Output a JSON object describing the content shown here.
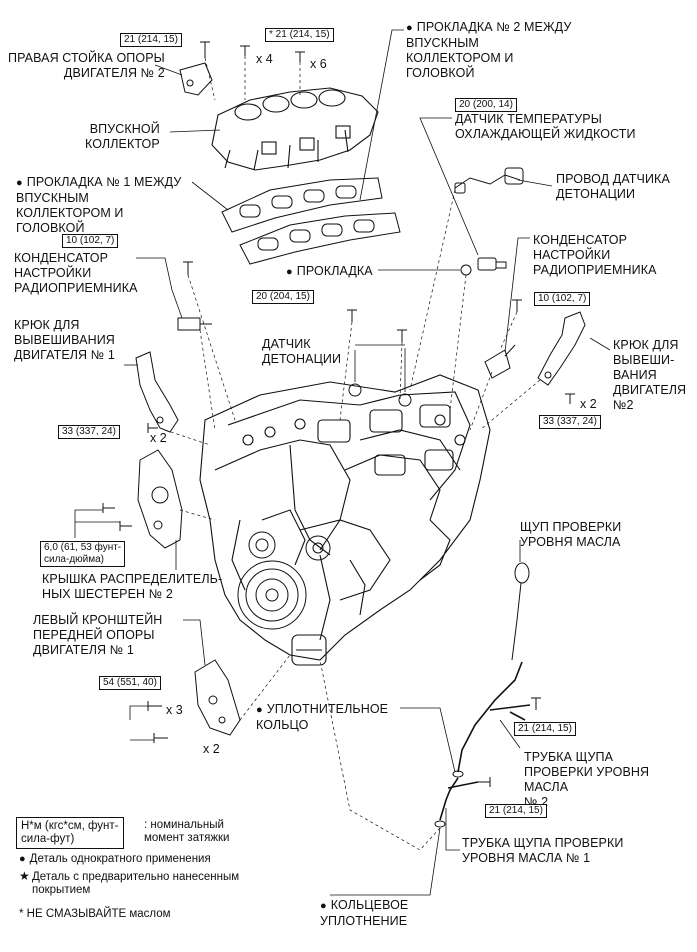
{
  "labels": {
    "right_mount_stay": "ПРАВАЯ СТОЙКА ОПОРЫ\nДВИГАТЕЛЯ № 2",
    "intake_manifold": "ВПУСКНОЙ\nКОЛЛЕКТОР",
    "gasket_no1": "ПРОКЛАДКА № 1 МЕЖДУ\nВПУСКНЫМ\nКОЛЛЕКТОРОМ И\nГОЛОВКОЙ",
    "gasket_no2": "ПРОКЛАДКА № 2 МЕЖДУ\nВПУСКНЫМ\nКОЛЛЕКТОРОМ И\nГОЛОВКОЙ",
    "coolant_temp_sensor": "ДАТЧИК ТЕМПЕРАТУРЫ\nОХЛАЖДАЮЩЕЙ ЖИДКОСТИ",
    "knock_sensor_wire": "ПРОВОД ДАТЧИКА\nДЕТОНАЦИИ",
    "radio_condenser_left": "КОНДЕНСАТОР\nНАСТРОЙКИ\nРАДИОПРИЕМНИКА",
    "radio_condenser_right": "КОНДЕНСАТОР\nНАСТРОЙКИ\nРАДИОПРИЕМНИКА",
    "gasket": "ПРОКЛАДКА",
    "hanger_no1": "КРЮК ДЛЯ\nВЫВЕШИВАНИЯ\nДВИГАТЕЛЯ № 1",
    "hanger_no2": "КРЮК ДЛЯ\nВЫВЕШИ-\nВАНИЯ\nДВИГАТЕЛЯ\n№2",
    "knock_sensor": "ДАТЧИК\nДЕТОНАЦИИ",
    "timing_cover": "КРЫШКА РАСПРЕДЕЛИТЕЛЬ-\nНЫХ ШЕСТЕРЕН № 2",
    "left_bracket": "ЛЕВЫЙ КРОНШТЕЙН\nПЕРЕДНЕЙ ОПОРЫ\nДВИГАТЕЛЯ № 1",
    "dipstick": "ЩУП ПРОВЕРКИ\nУРОВНЯ МАСЛА",
    "seal_ring": "УПЛОТНИТЕЛЬНОЕ\nКОЛЬЦО",
    "dipstick_tube_no2": "ТРУБКА ЩУПА\nПРОВЕРКИ УРОВНЯ\nМАСЛА\n№ 2",
    "dipstick_tube_no1": "ТРУБКА ЩУПА ПРОВЕРКИ\nУРОВНЯ МАСЛА № 1",
    "o_ring": "КОЛЬЦЕВОЕ\nУПЛОТНЕНИЕ"
  },
  "torques": {
    "t1": "21 (214, 15)",
    "t2": "* 21 (214, 15)",
    "t3": "20 (200, 14)",
    "t4": "10 (102, 7)",
    "t5": "20 (204, 15)",
    "t6": "10 (102, 7)",
    "t7": "33 (337, 24)",
    "t8": "33 (337, 24)",
    "t9": "6,0 (61, 53 фунт-\nсила-дюйма)",
    "t10": "54 (551, 40)",
    "t11": "21 (214, 15)",
    "t12": "21 (214, 15)"
  },
  "quantities": {
    "q_x4": "x 4",
    "q_x6": "x 6",
    "q_x2_hook1": "x 2",
    "q_x2_hook2": "x 2",
    "q_x3": "x 3",
    "q_x2_bracket": "x 2"
  },
  "legend": {
    "torque_box": "Н*м (кгс*см, фунт-\nсила-фут)",
    "torque_desc": ": номинальный\nмомент затяжки",
    "non_reusable": "Деталь однократного применения",
    "precoated": "Деталь с предварительно нанесенным\nпокрытием",
    "no_oil": "* НЕ СМАЗЫВАЙТЕ маслом"
  }
}
